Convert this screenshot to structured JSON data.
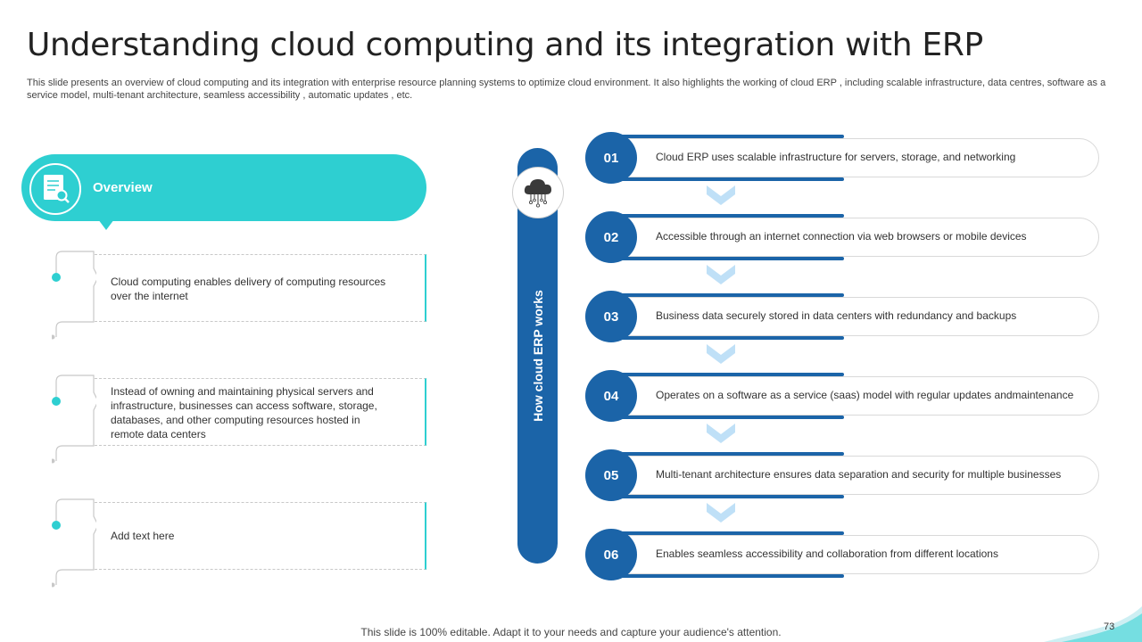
{
  "title": "Understanding cloud computing and its integration with ERP",
  "subtitle": "This slide presents an overview of cloud computing and its integration with enterprise resource planning systems to optimize cloud environment. It also highlights the working of cloud ERP , including scalable infrastructure, data centres, software as a service model, multi-tenant architecture, seamless accessibility , automatic updates , etc.",
  "overview": {
    "label": "Overview",
    "icon": "document-search-icon",
    "items": [
      {
        "text": "Cloud computing enables delivery  of computing resources over the internet"
      },
      {
        "text": "Instead of owning and maintaining physical servers and infrastructure, businesses can access software, storage, databases, and other computing resources hosted in remote data centers"
      },
      {
        "text": "Add text here"
      }
    ]
  },
  "process": {
    "label": "How cloud ERP works",
    "icon": "cloud-network-icon",
    "steps": [
      {
        "number": "01",
        "text": "Cloud ERP uses scalable infrastructure for servers, storage, and networking"
      },
      {
        "number": "02",
        "text": "Accessible through an internet connection via web browsers or mobile devices"
      },
      {
        "number": "03",
        "text": "Business data securely stored in data centers with redundancy and backups"
      },
      {
        "number": "04",
        "text": "Operates on a software as a service (saas) model with regular updates andmaintenance"
      },
      {
        "number": "05",
        "text": "Multi-tenant architecture ensures data separation and security for multiple businesses"
      },
      {
        "number": "06",
        "text": "Enables seamless accessibility and collaboration from different locations"
      }
    ]
  },
  "footer": "This slide is 100% editable. Adapt it to your needs and capture your audience's attention.",
  "page_number": "73",
  "colors": {
    "teal": "#2ecfd1",
    "blue": "#1b64a8",
    "chevron": "#bfe0f7"
  }
}
